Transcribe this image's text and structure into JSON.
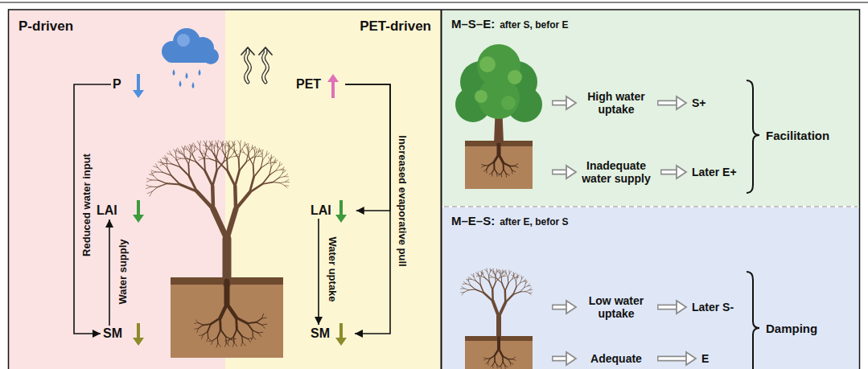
{
  "diagram": {
    "nodes": [
      {
        "text": [
          "P-driven"
        ]
      },
      {
        "text": [
          "PET-driven"
        ]
      },
      {
        "text": [
          "P"
        ],
        "in": 0
      },
      {
        "text": [
          "LAI"
        ],
        "in": 0
      },
      {
        "text": [
          "SM"
        ],
        "in": 0
      },
      {
        "text": [
          "PET"
        ],
        "in": 1
      },
      {
        "text": [
          "LAI"
        ],
        "in": 1
      },
      {
        "text": [
          "SM"
        ],
        "in": 1
      },
      {
        "text": [
          "M–S–E:",
          "after S, befor E"
        ]
      },
      {
        "text": [
          "High water uptake"
        ],
        "in": 8
      },
      {
        "text": [
          "S+"
        ],
        "in": 8
      },
      {
        "text": [
          "Inadequate water supply"
        ],
        "in": 8
      },
      {
        "text": [
          "Later E+"
        ],
        "in": 8
      },
      {
        "text": [
          "Facilitation"
        ],
        "in": 8
      },
      {
        "text": [
          "M–E–S:",
          "after E, befor S"
        ]
      },
      {
        "text": [
          "Low water uptake"
        ],
        "in": 14
      },
      {
        "text": [
          "Later S-"
        ],
        "in": 14
      },
      {
        "text": [
          "Adequate"
        ],
        "in": 14
      },
      {
        "text": [
          "E"
        ],
        "in": 14
      },
      {
        "text": [
          "Damping"
        ],
        "in": 14
      }
    ],
    "edges": [
      {
        "from": 2,
        "to": 4,
        "arrow": "to",
        "label": "Reduced water input"
      },
      {
        "from": 4,
        "to": 3,
        "arrow": "to",
        "label": "Water supply"
      },
      {
        "from": 5,
        "to": 6,
        "arrow": "to",
        "label": "Increased evaporative pull"
      },
      {
        "from": 5,
        "to": 7,
        "arrow": "to"
      },
      {
        "from": 6,
        "to": 7,
        "arrow": "to",
        "label": "Water uptake"
      },
      {
        "from": 9,
        "to": 10,
        "arrow": "to"
      },
      {
        "from": 11,
        "to": 12,
        "arrow": "to"
      },
      {
        "from": 15,
        "to": 16,
        "arrow": "to"
      },
      {
        "from": 17,
        "to": 18,
        "arrow": "to"
      }
    ]
  }
}
